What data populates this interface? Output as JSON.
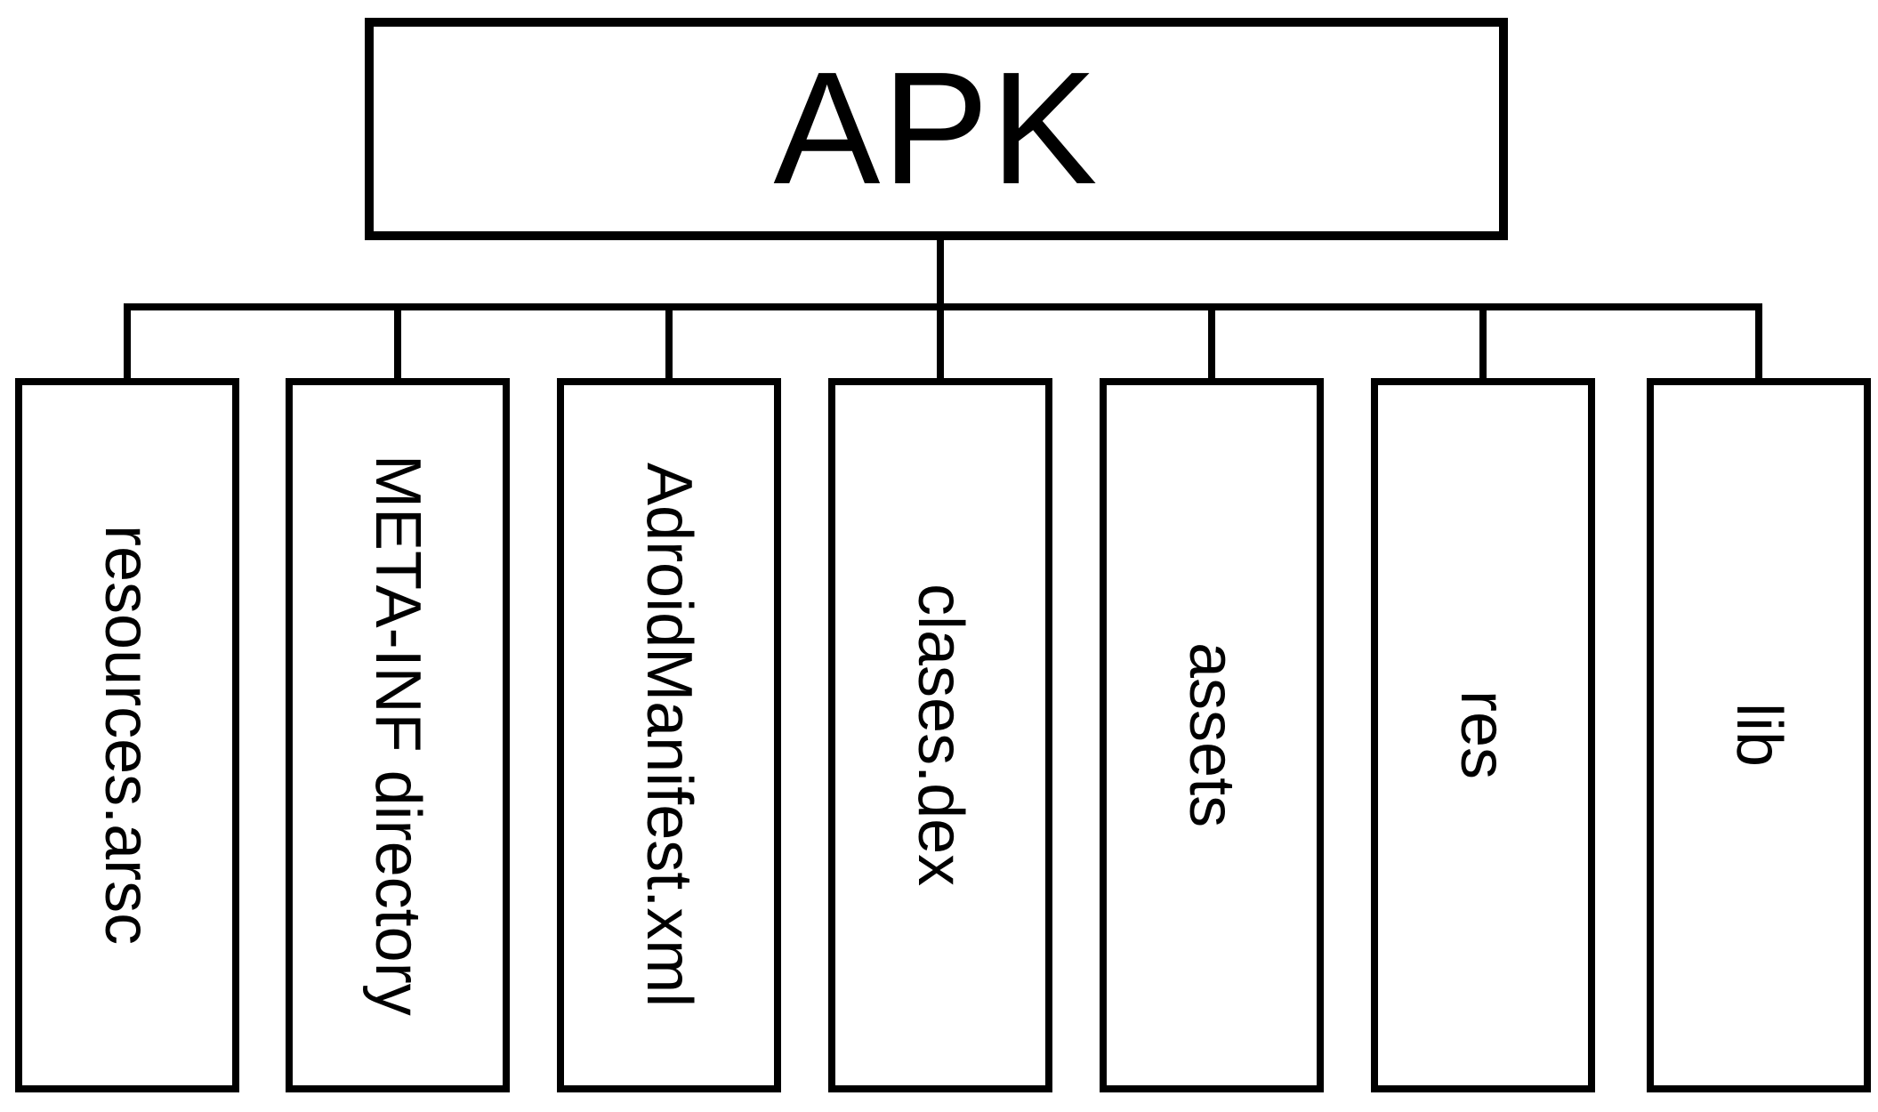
{
  "diagram": {
    "type": "tree",
    "colors": {
      "line": "#000000",
      "box_border": "#000000",
      "box_fill": "#ffffff",
      "background": "#ffffff",
      "text": "#000000"
    },
    "root": {
      "label": "APK"
    },
    "children": [
      {
        "label": "resources.arsc"
      },
      {
        "label": "META-INF directory"
      },
      {
        "label": "AdroidManifest.xml"
      },
      {
        "label": "clases.dex"
      },
      {
        "label": "assets"
      },
      {
        "label": "res"
      },
      {
        "label": "lib"
      }
    ]
  }
}
